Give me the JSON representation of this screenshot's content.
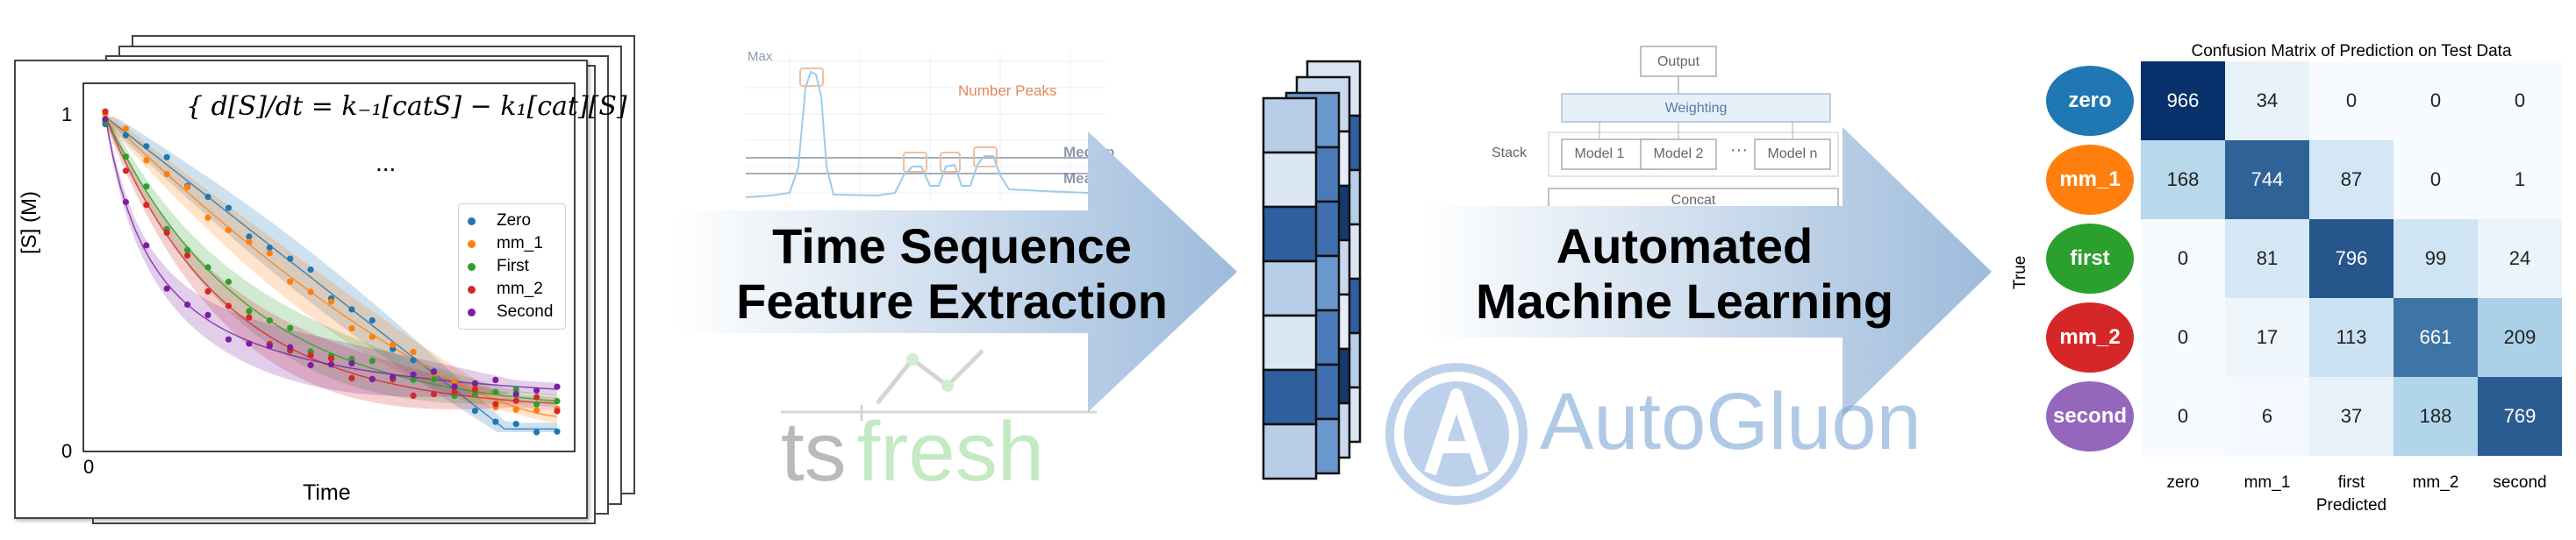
{
  "kinetics_plot": {
    "equation_text": "{ d[S]/dt = k₋₁[catS] − k₁[cat][S]",
    "equation_ellipsis": "...",
    "ylabel": "[S] (M)",
    "xlabel": "Time",
    "y_tick_top": "1",
    "y_tick_bottom": "0",
    "x_tick_left": "0",
    "legend": [
      {
        "name": "Zero",
        "color": "#1f77b4"
      },
      {
        "name": "mm_1",
        "color": "#ff7f0e"
      },
      {
        "name": "First",
        "color": "#2ca02c"
      },
      {
        "name": "mm_2",
        "color": "#d62728"
      },
      {
        "name": "Second",
        "color": "#7b1fa2"
      }
    ]
  },
  "feature_step": {
    "label_line1": "Time Sequence",
    "label_line2": "Feature Extraction",
    "chart_labels": {
      "max": "Max",
      "median": "Median",
      "mean": "Mean",
      "peaks": "Number Peaks"
    },
    "logo": {
      "part1": "ts",
      "part2": "fresh"
    }
  },
  "automl_step": {
    "label_line1": "Automated",
    "label_line2": "Machine Learning",
    "arch": {
      "output": "Output",
      "weighting": "Weighting",
      "stack": "Stack",
      "model1": "Model 1",
      "model2": "Model 2",
      "dots": "···",
      "modeln": "Model n",
      "concat": "Concat"
    },
    "logo_text": "AutoGluon"
  },
  "confusion_matrix": {
    "title": "Confusion Matrix of Prediction on Test Data",
    "ylabel": "True",
    "xlabel": "Predicted",
    "classes": [
      "zero",
      "mm_1",
      "first",
      "mm_2",
      "second"
    ],
    "class_colors": [
      "#1f77b4",
      "#ff7f0e",
      "#2ca02c",
      "#d62728",
      "#9467bd"
    ],
    "matrix": [
      [
        966,
        34,
        0,
        0,
        0
      ],
      [
        168,
        744,
        87,
        0,
        1
      ],
      [
        0,
        81,
        796,
        99,
        24
      ],
      [
        0,
        17,
        113,
        661,
        209
      ],
      [
        0,
        6,
        37,
        188,
        769
      ]
    ],
    "vmax": 966
  }
}
